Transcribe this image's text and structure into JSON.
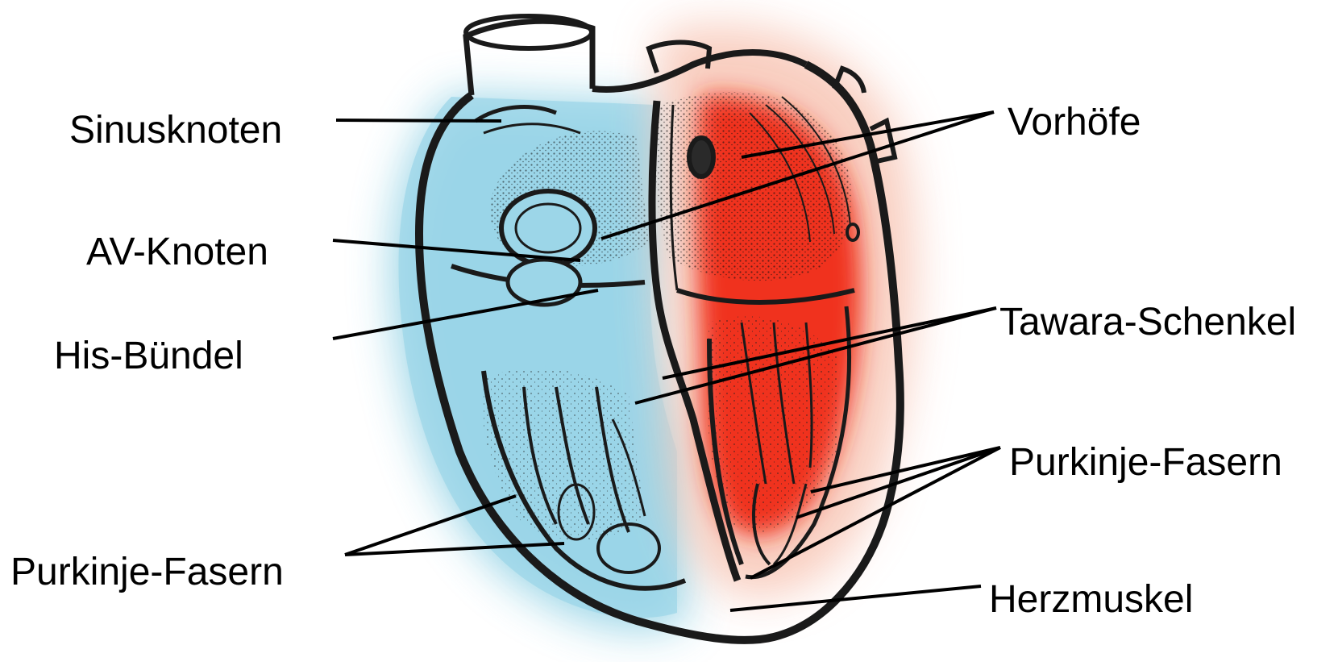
{
  "labels": {
    "sinusknoten": "Sinusknoten",
    "av_knoten": "AV-Knoten",
    "his_buendel": "His-Bündel",
    "purkinje_left": "Purkinje-Fasern",
    "vorhoefe": "Vorhöfe",
    "tawara": "Tawara-Schenkel",
    "purkinje_right": "Purkinje-Fasern",
    "herzmuskel": "Herzmuskel"
  },
  "colors": {
    "right_heart_tint": "#8fd0e4",
    "left_heart_tint": "#f02a14",
    "outline": "#1a1a1a",
    "leader_line": "#000000"
  },
  "icons": {
    "heart": "heart-cross-section-illustration"
  }
}
